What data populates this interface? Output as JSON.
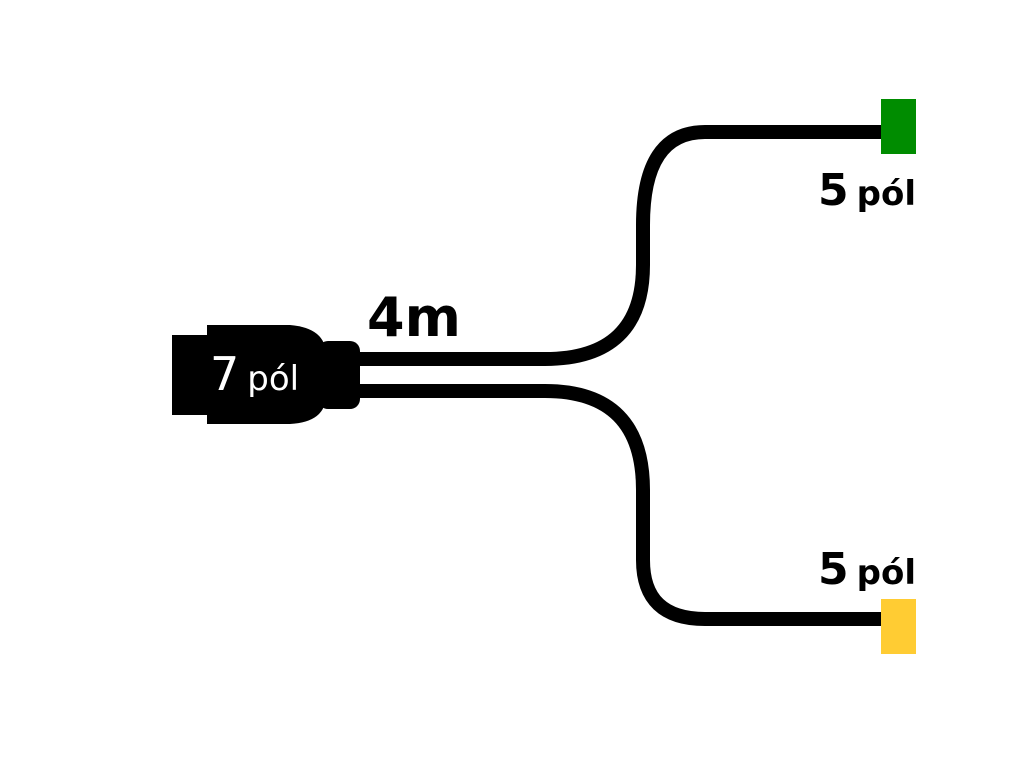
{
  "main_connector": {
    "number": "7",
    "unit": "pól"
  },
  "cable_length": "4m",
  "outputs": [
    {
      "number": "5",
      "unit": "pól",
      "color": "#008C00"
    },
    {
      "number": "5",
      "unit": "pól",
      "color": "#FFCC33"
    }
  ],
  "colors": {
    "cable": "#000000",
    "connector_text": "#ffffff",
    "label_text": "#000000"
  }
}
